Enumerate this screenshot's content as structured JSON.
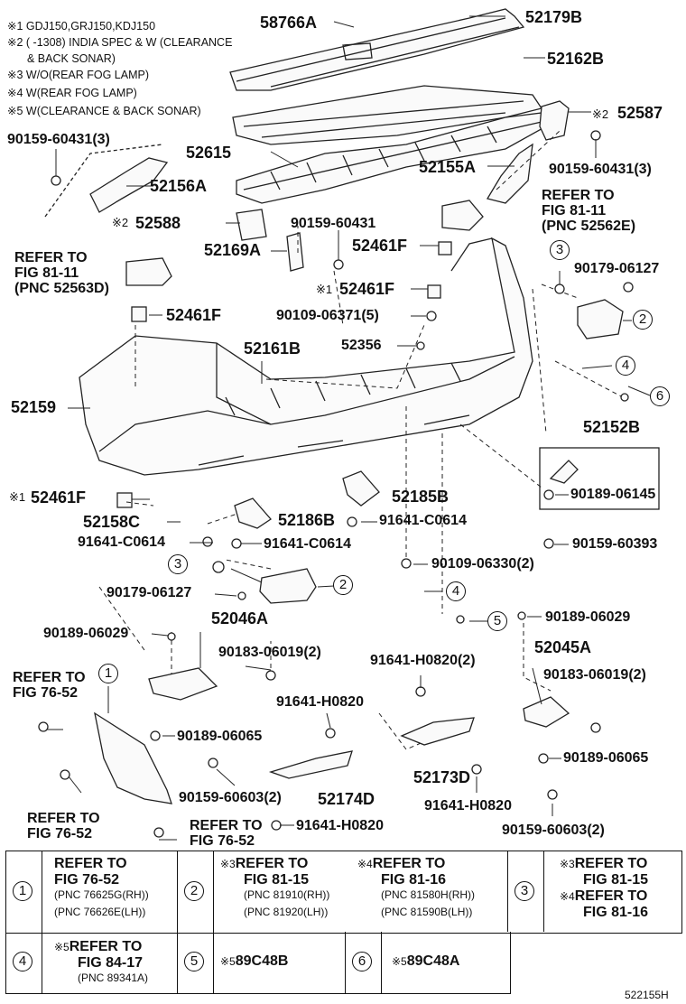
{
  "notes": [
    "※1 GDJ150,GRJ150,KDJ150",
    "※2 (        -1308) INDIA SPEC & W (CLEARANCE",
    "& BACK SONAR)",
    "※3 W/O(REAR FOG LAMP)",
    "※4 W(REAR FOG LAMP)",
    "※5 W(CLEARANCE & BACK SONAR)"
  ],
  "parts": {
    "p58766A": "58766A",
    "p52179B": "52179B",
    "p52162B": "52162B",
    "p52587": "52587",
    "p52587_mark": "※2",
    "p90159_60431_3a": "90159-60431(3)",
    "p52615": "52615",
    "p52155A": "52155A",
    "p90159_60431_3b": "90159-60431(3)",
    "p52156A": "52156A",
    "p52588": "52588",
    "p52588_mark": "※2",
    "p90159_60431": "90159-60431",
    "p52169A": "52169A",
    "p52461F_a": "52461F",
    "p52461F_b": "52461F",
    "p52461F_b_mark": "※1",
    "p52461F_c": "52461F",
    "p52461F_d": "52461F",
    "p52461F_d_mark": "※1",
    "p90179_06127_a": "90179-06127",
    "p90109_06371_5": "90109-06371(5)",
    "p52356": "52356",
    "p52161B": "52161B",
    "p52159": "52159",
    "p52152B": "52152B",
    "p90189_06145": "90189-06145",
    "p52185B": "52185B",
    "p52158C": "52158C",
    "p52186B": "52186B",
    "p91641_C0614_a": "91641-C0614",
    "p91641_C0614_b": "91641-C0614",
    "p91641_C0614_c": "91641-C0614",
    "p90159_60393": "90159-60393",
    "p90109_06330_2": "90109-06330(2)",
    "p90179_06127_b": "90179-06127",
    "p52046A": "52046A",
    "p90189_06029_a": "90189-06029",
    "p90189_06029_b": "90189-06029",
    "p90183_06019_2a": "90183-06019(2)",
    "p90183_06019_2b": "90183-06019(2)",
    "p91641_H0820_2": "91641-H0820(2)",
    "p52045A": "52045A",
    "p91641_H0820_a": "91641-H0820",
    "p90189_06065_a": "90189-06065",
    "p90189_06065_b": "90189-06065",
    "p52173D": "52173D",
    "p91641_H0820_b": "91641-H0820",
    "p90159_60603_2a": "90159-60603(2)",
    "p52174D": "52174D",
    "p90159_60603_2b": "90159-60603(2)",
    "p91641_H0820_c": "91641-H0820"
  },
  "refs": {
    "r1": [
      "REFER TO",
      "FIG 81-11",
      "(PNC 52562E)"
    ],
    "r2": [
      "REFER TO",
      "FIG 81-11",
      "(PNC 52563D)"
    ],
    "r3": [
      "REFER TO",
      "FIG 76-52"
    ],
    "r4": [
      "REFER TO",
      "FIG 76-52"
    ],
    "r5": [
      "REFER TO",
      "FIG 76-52"
    ]
  },
  "callouts": {
    "c1": "1",
    "c2a": "2",
    "c2b": "2",
    "c3a": "3",
    "c3b": "3",
    "c4a": "4",
    "c4b": "4",
    "c5": "5",
    "c6": "6"
  },
  "legend": {
    "row1": [
      {
        "num": "1",
        "mark": "",
        "lines": [
          "REFER TO",
          "FIG 76-52"
        ],
        "pnc": [
          "(PNC 76625G(RH))",
          "(PNC 76626E(LH))"
        ]
      },
      {
        "num": "2",
        "mark": "※3",
        "lines": [
          "REFER TO",
          "FIG 81-15"
        ],
        "pnc": [
          "(PNC 81910(RH))",
          "(PNC 81920(LH))"
        ],
        "mark2": "※4",
        "lines2": [
          "REFER TO",
          "FIG 81-16"
        ],
        "pnc2": [
          "(PNC 81580H(RH))",
          "(PNC 81590B(LH))"
        ]
      },
      {
        "num": "3",
        "mark": "※3",
        "lines": [
          "REFER TO",
          "FIG 81-15"
        ],
        "mark2": "※4",
        "lines2": [
          "REFER TO",
          "FIG 81-16"
        ]
      }
    ],
    "row2": [
      {
        "num": "4",
        "mark": "※5",
        "lines": [
          "REFER TO",
          "FIG 84-17"
        ],
        "pnc": [
          "(PNC 89341A)"
        ]
      },
      {
        "num": "5",
        "mark": "※5",
        "part": "89C48B"
      },
      {
        "num": "6",
        "mark": "※5",
        "part": "89C48A"
      }
    ]
  },
  "footer_code": "522155H"
}
